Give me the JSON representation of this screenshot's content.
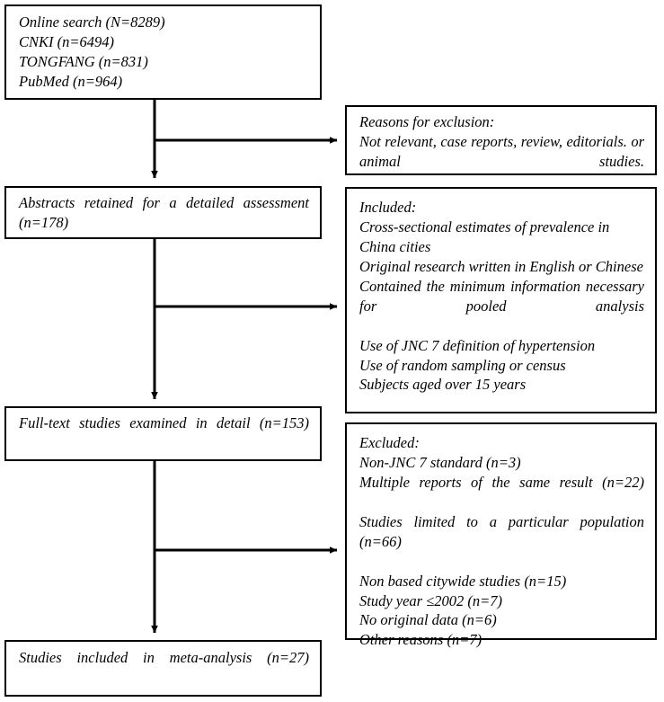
{
  "diagram": {
    "title": "Study selection flow diagram",
    "type": "prisma-flowchart",
    "line_color": "#000000",
    "background_color": "#ffffff"
  },
  "boxes": {
    "online_search": {
      "lines": [
        "Online search (N=8289)",
        "CNKI (n=6494)",
        "TONGFANG (n=831)",
        "PubMed (n=964)"
      ]
    },
    "reasons_exclusion": {
      "heading": "Reasons for exclusion:",
      "lines": [
        "Not relevant, case reports, review,",
        "editorials. or animal studies."
      ],
      "body": "Not relevant, case reports, review, editorials. or animal studies."
    },
    "abstracts": {
      "body": "Abstracts retained for a detailed assessment (n=178)"
    },
    "included": {
      "heading": "Included:",
      "criteria": [
        "Cross-sectional estimates of prevalence in China cities",
        "Original research written in English or Chinese",
        "Contained the minimum information necessary for pooled analysis",
        "Use of JNC 7 definition of hypertension",
        "Use of random sampling or census",
        "Subjects aged over 15 years"
      ]
    },
    "fulltext": {
      "body": "Full-text studies examined in detail (n=153)"
    },
    "excluded": {
      "heading": "Excluded:",
      "reasons": [
        "Non-JNC 7 standard (n=3)",
        "Multiple reports of the same result (n=22)",
        "Studies limited to a particular population (n=66)",
        "Non based citywide studies (n=15)",
        "Study year ≤2002 (n=7)",
        "No original data (n=6)",
        "Other reasons (n=7)"
      ]
    },
    "studies_included": {
      "body": "Studies included in meta-analysis (n=27)"
    }
  },
  "counts": {
    "online_search_total": 8289,
    "cnki": 6494,
    "tongfang": 831,
    "pubmed": 964,
    "abstracts_retained": 178,
    "fulltext_examined": 153,
    "studies_included": 27,
    "excluded_non_jnc7": 3,
    "excluded_multiple_reports": 22,
    "excluded_limited_population": 66,
    "excluded_non_citywide": 15,
    "excluded_study_year": 7,
    "excluded_no_original_data": 6,
    "excluded_other": 7
  },
  "connectors": [
    {
      "name": "search-to-abstracts",
      "from": "online_search",
      "to": "abstracts"
    },
    {
      "name": "search-to-reasons",
      "from": "online_search",
      "to": "reasons_exclusion"
    },
    {
      "name": "abstracts-to-fulltext",
      "from": "abstracts",
      "to": "fulltext"
    },
    {
      "name": "abstracts-to-included",
      "from": "abstracts",
      "to": "included"
    },
    {
      "name": "fulltext-to-studies",
      "from": "fulltext",
      "to": "studies_included"
    },
    {
      "name": "fulltext-to-excluded",
      "from": "fulltext",
      "to": "excluded"
    }
  ]
}
